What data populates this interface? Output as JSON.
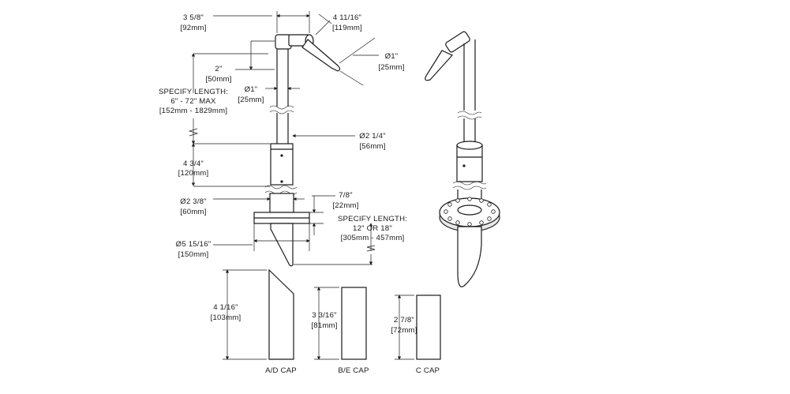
{
  "labels": {
    "top_width": [
      "3 5/8\"",
      "[92mm]"
    ],
    "spout_length": [
      "4 11/16\"",
      "[119mm]"
    ],
    "spout_dia": [
      "Ø1\"",
      "[25mm]"
    ],
    "drop": [
      "2\"",
      "[50mm]"
    ],
    "specify_length_1": [
      "SPECIFY LENGTH:",
      "6\" - 72\" MAX",
      "[152mm - 1829mm]"
    ],
    "tube_dia": [
      "Ø1\"",
      "[25mm]"
    ],
    "body_dia": [
      "Ø2 1/4\"",
      "[56mm]"
    ],
    "body_len": [
      "4 3/4\"",
      "[120mm]"
    ],
    "pipe_dia": [
      "Ø2 3/8\"",
      "[60mm]"
    ],
    "flange_thk": [
      "7/8\"",
      "[22mm]"
    ],
    "specify_length_2": [
      "SPECIFY LENGTH:",
      "12\" OR 18\"",
      "[305mm - 457mm]"
    ],
    "flange_dia": [
      "Ø5 15/16\"",
      "[150mm]"
    ],
    "ad_cap_dim": [
      "4 1/16\"",
      "[103mm]"
    ],
    "be_cap_dim": [
      "3 3/16\"",
      "[81mm]"
    ],
    "c_cap_dim": [
      "2 7/8\"",
      "[72mm]"
    ]
  },
  "caps": [
    "A/D CAP",
    "B/E CAP",
    "C CAP"
  ]
}
